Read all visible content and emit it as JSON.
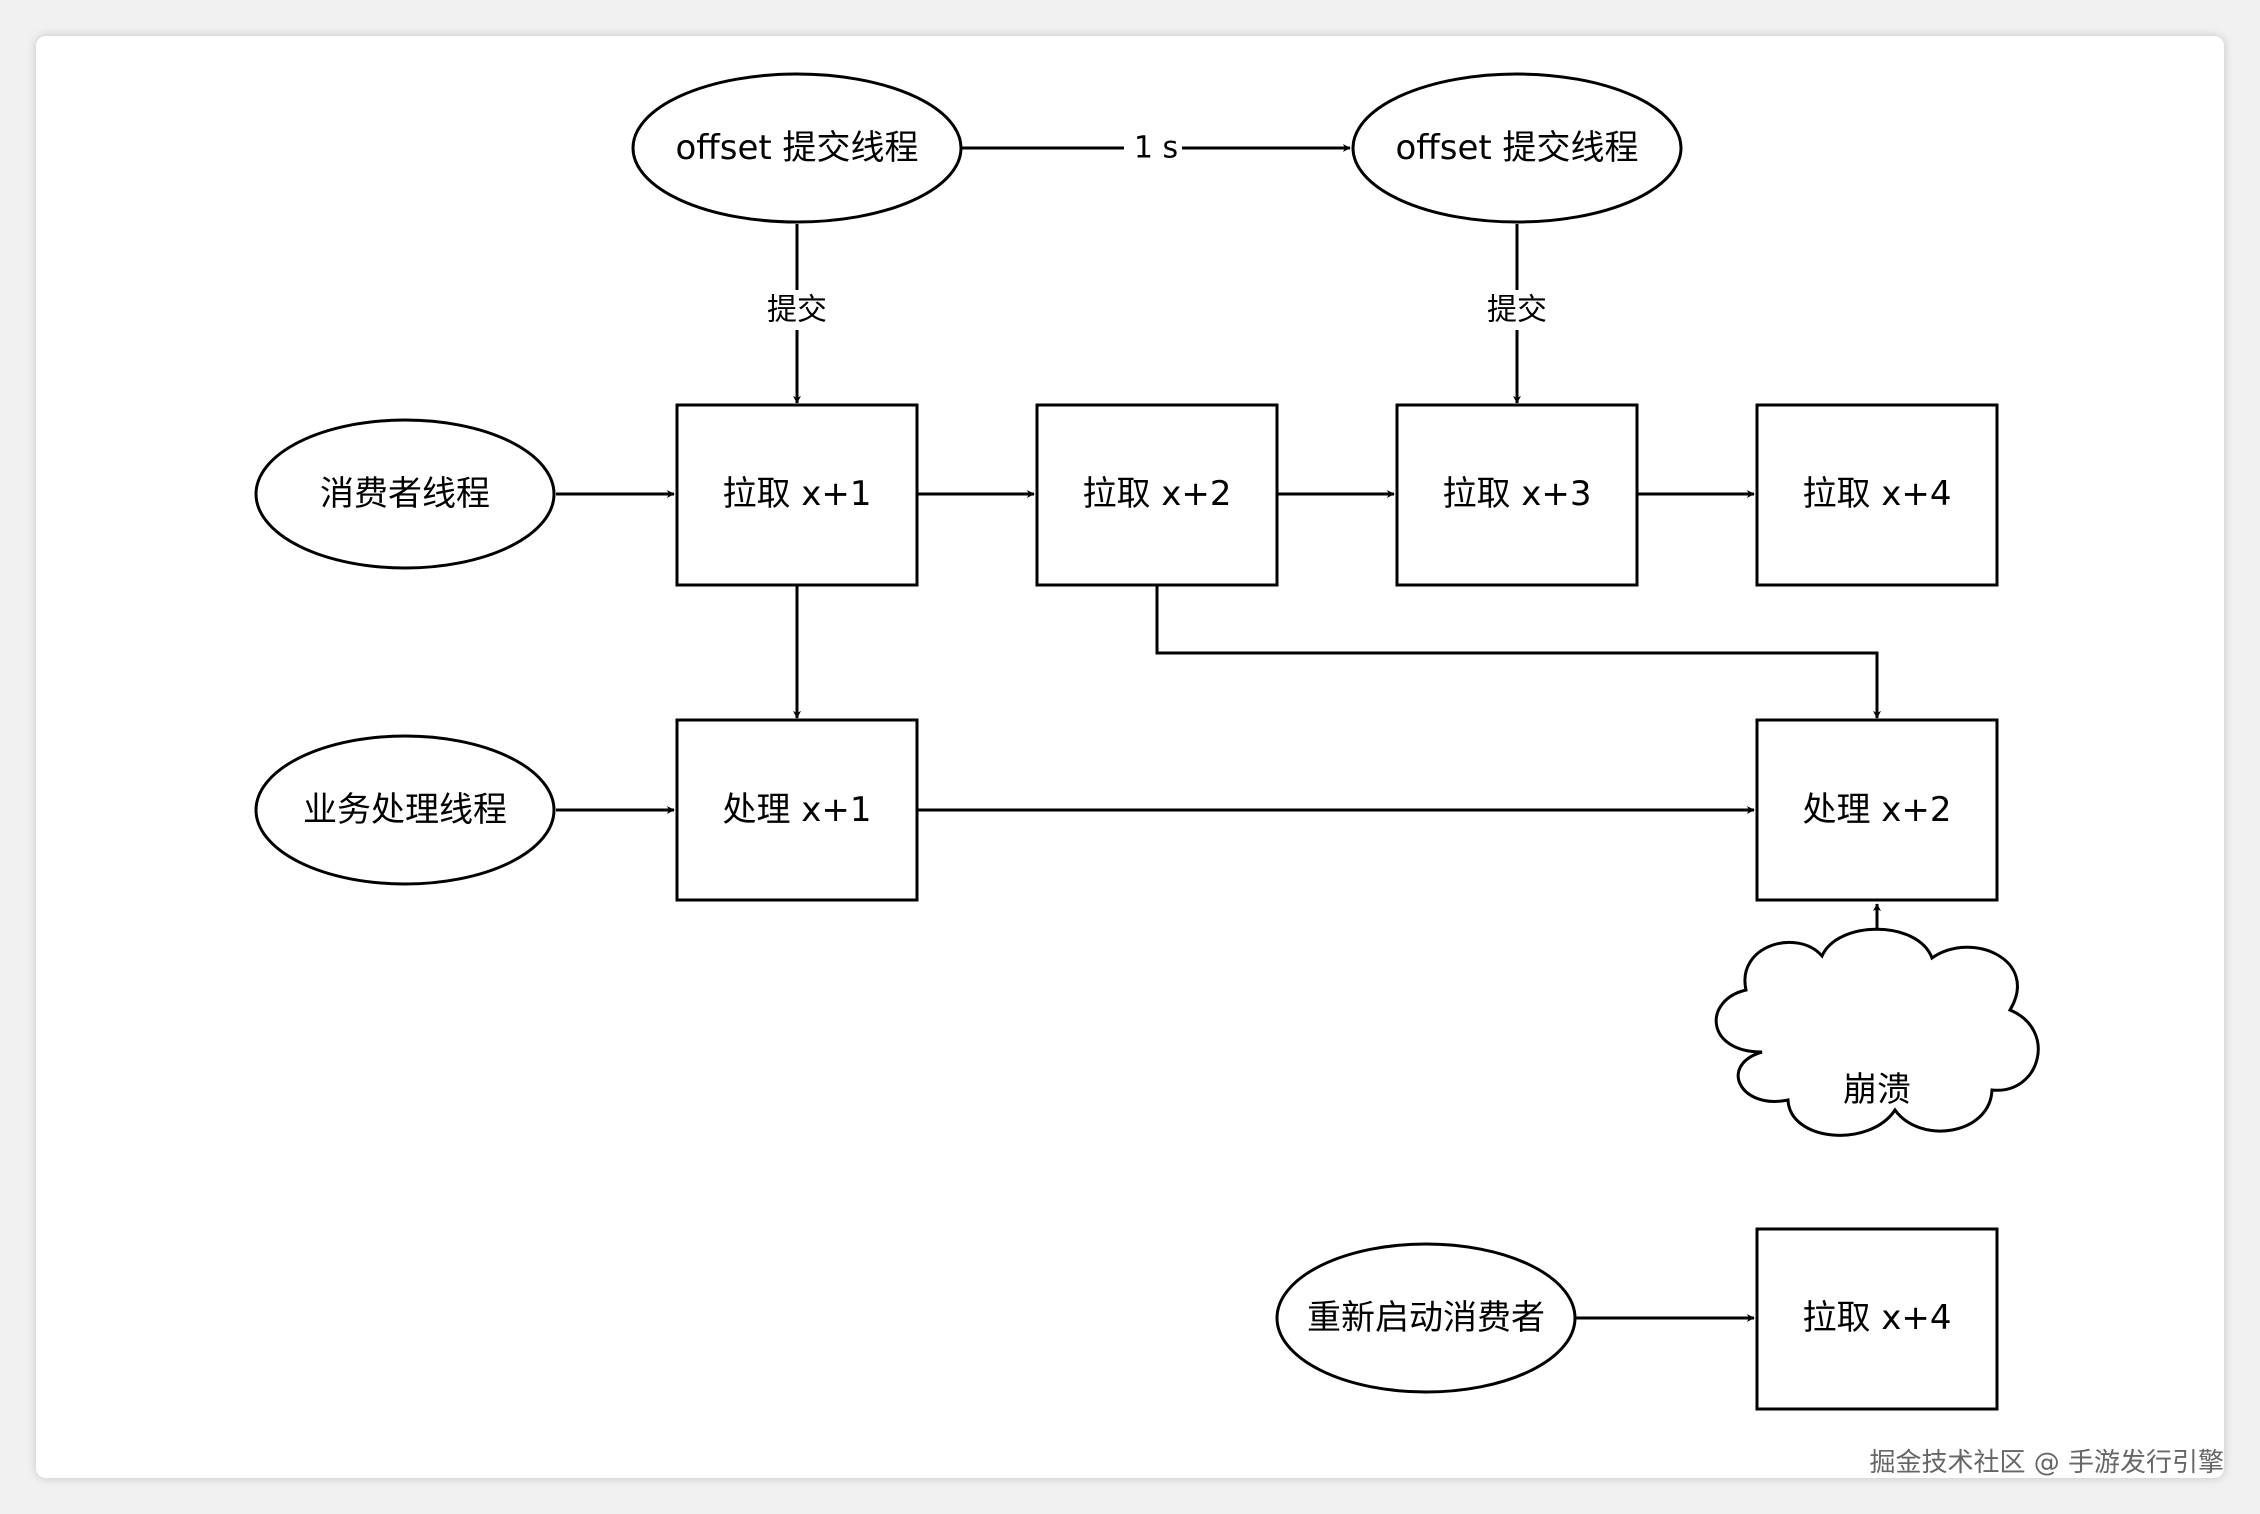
{
  "nodes": {
    "offset_thread_1": "offset 提交线程",
    "offset_thread_2": "offset 提交线程",
    "consumer_thread": "消费者线程",
    "business_thread": "业务处理线程",
    "restart_consumer": "重新启动消费者",
    "crash": "崩溃",
    "fetch_x1": "拉取 x+1",
    "fetch_x2": "拉取 x+2",
    "fetch_x3": "拉取 x+3",
    "fetch_x4": "拉取 x+4",
    "process_x1": "处理 x+1",
    "process_x2": "处理 x+2",
    "fetch_x4_restart": "拉取 x+4"
  },
  "edges": {
    "interval": "1 s",
    "commit_1": "提交",
    "commit_2": "提交"
  },
  "watermark": "掘金技术社区 @ 手游发行引擎"
}
